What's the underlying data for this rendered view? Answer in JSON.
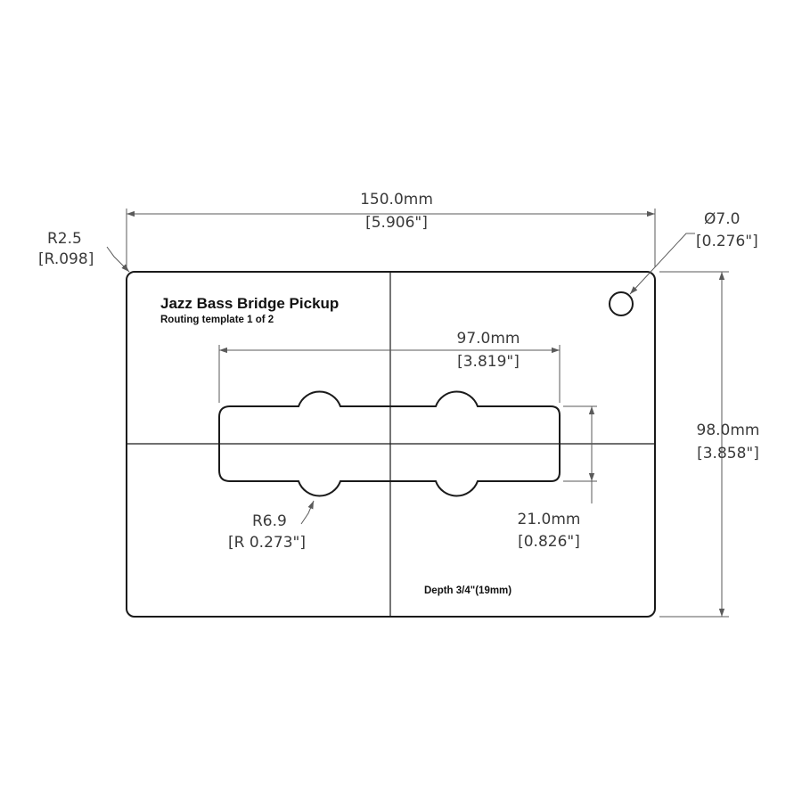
{
  "template": {
    "title": "Jazz Bass Bridge Pickup",
    "subtitle": "Routing template 1 of 2",
    "depth_note": "Depth 3/4\"(19mm)"
  },
  "dimensions": {
    "overall_width_mm": "150.0mm",
    "overall_width_in": "[5.906\"]",
    "overall_height_mm": "98.0mm",
    "overall_height_in": "[3.858\"]",
    "corner_radius_mm": "R2.5",
    "corner_radius_in": "[R.098]",
    "hole_diameter_mm": "Ø7.0",
    "hole_diameter_in": "[0.276\"]",
    "pickup_length_mm": "97.0mm",
    "pickup_length_in": "[3.819\"]",
    "pickup_width_mm": "21.0mm",
    "pickup_width_in": "[0.826\"]",
    "ear_radius_mm": "R6.9",
    "ear_radius_in": "[R 0.273\"]"
  },
  "colors": {
    "outline": "#1a1a1a",
    "dimension": "#5a5a5a",
    "text": "#3a3a3a"
  }
}
